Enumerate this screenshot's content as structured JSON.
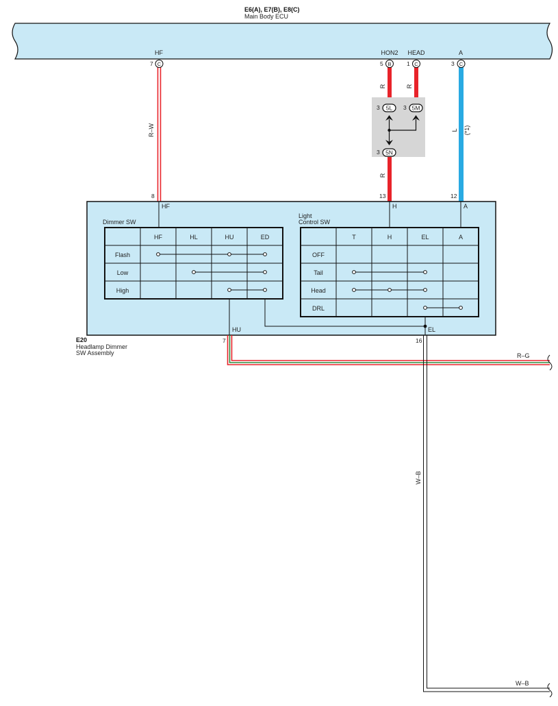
{
  "ecu": {
    "title": "E6(A), E7(B), E8(C)",
    "name": "Main Body ECU"
  },
  "ecu_pins": {
    "hf": {
      "label": "HF",
      "num": "7",
      "conn": "C"
    },
    "hon2": {
      "label": "HON2",
      "num": "5",
      "conn": "B"
    },
    "head": {
      "label": "HEAD",
      "num": "1",
      "conn": "C"
    },
    "a": {
      "label": "A",
      "num": "3",
      "conn": "C"
    }
  },
  "wires": {
    "hf": "R–W",
    "hon2": "R",
    "head": "R",
    "a": "L",
    "a_note": "(*1)",
    "junction_out": "R",
    "hu": "R–G",
    "el": "W–B",
    "el_out": "W–B"
  },
  "junction": {
    "in1": {
      "num": "3",
      "label": "5L"
    },
    "in2": {
      "num": "3",
      "label": "5M"
    },
    "out": {
      "num": "3",
      "label": "5N"
    }
  },
  "switch_pins": {
    "hf": {
      "num": "8",
      "label": "HF"
    },
    "h": {
      "num": "13",
      "label": "H"
    },
    "a": {
      "num": "12",
      "label": "A"
    },
    "hu": {
      "num": "7",
      "label": "HU"
    },
    "el": {
      "num": "16",
      "label": "EL"
    }
  },
  "assembly": {
    "code": "E20",
    "name1": "Headlamp Dimmer",
    "name2": "SW Assembly"
  },
  "dimmer_sw": {
    "title": "Dimmer SW",
    "columns": [
      "HF",
      "HL",
      "HU",
      "ED"
    ],
    "rows": [
      "Flash",
      "Low",
      "High"
    ]
  },
  "light_sw": {
    "title1": "Light",
    "title2": "Control SW",
    "columns": [
      "T",
      "H",
      "EL",
      "A"
    ],
    "rows": [
      "OFF",
      "Tail",
      "Head",
      "DRL"
    ]
  },
  "colors": {
    "ecu_fill": "#c9e9f6",
    "red": "#e8232a",
    "blue": "#29aae2",
    "junction_fill": "#d6d6d6"
  }
}
